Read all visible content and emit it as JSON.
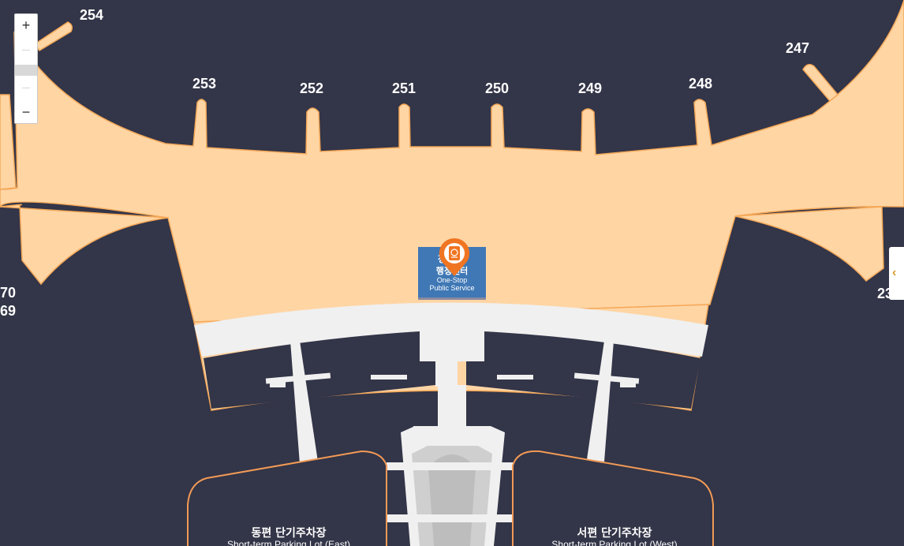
{
  "map": {
    "gates": [
      {
        "id": "254",
        "label": "254"
      },
      {
        "id": "253",
        "label": "253"
      },
      {
        "id": "252",
        "label": "252"
      },
      {
        "id": "251",
        "label": "251"
      },
      {
        "id": "250",
        "label": "250"
      },
      {
        "id": "249",
        "label": "249"
      },
      {
        "id": "248",
        "label": "248"
      },
      {
        "id": "247",
        "label": "247"
      },
      {
        "id": "270",
        "label": "70"
      },
      {
        "id": "269",
        "label": "69"
      },
      {
        "id": "23x",
        "label": "23"
      }
    ],
    "poi": {
      "line1": "정",
      "line2": "행정센터",
      "line3": "One-Stop",
      "line4": "Public Service",
      "icon": "passport-icon",
      "color": "#3f78b5",
      "marker_color": "#f07522"
    },
    "parking_east": {
      "ko": "동편 단기주차장",
      "en": "Short-term Parking Lot (East)"
    },
    "parking_west": {
      "ko": "서편 단기주차장",
      "en": "Short-term Parking Lot (West)"
    }
  },
  "controls": {
    "zoom_in": "+",
    "zoom_out": "−",
    "side_toggle": "‹"
  },
  "colors": {
    "background": "#333548",
    "terminal": "#ffd5a4",
    "outline": "#f5a858",
    "road": "#f0f0f0",
    "parking_outline": "#f29a55"
  }
}
